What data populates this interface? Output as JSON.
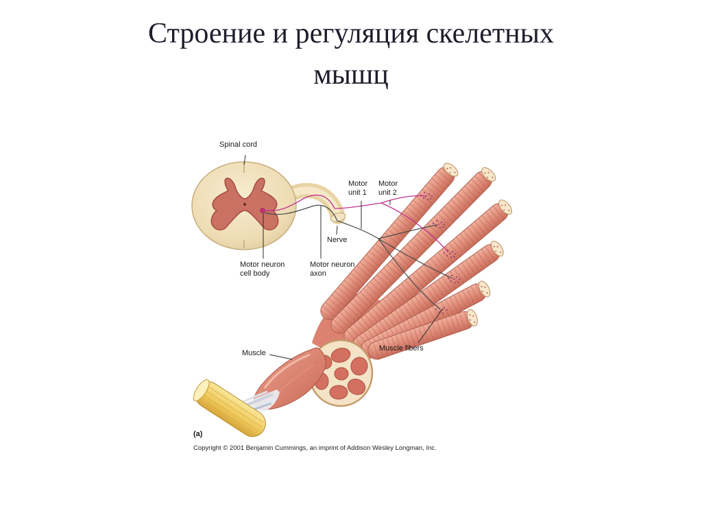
{
  "slide": {
    "title_lines": [
      "Строение и регуляция скелетных",
      "мышц"
    ]
  },
  "diagram": {
    "labels": {
      "spinal_cord": "Spinal cord",
      "motor_unit_1": "Motor unit 1",
      "motor_unit_2": "Motor unit 2",
      "nerve": "Nerve",
      "motor_neuron_cell_body": "Motor neuron cell body",
      "motor_neuron_axon": "Motor neuron axon",
      "muscle": "Muscle",
      "muscle_fibers": "Muscle fibers",
      "panel_letter": "(a)",
      "copyright": "Copyright © 2001 Benjamin Cummings, an imprint of Addison Wesley Longman, Inc."
    },
    "colors": {
      "title_text": "#1d1d2b",
      "label_text": "#1a1a1a",
      "muscle_pink": "#e08f7c",
      "spinal_cream": "#f0e2c0",
      "gray_matter": "#c97263",
      "tendon_yellow": "#eec757",
      "motor_unit_1_axon": "#4a4a4a",
      "motor_unit_2_axon": "#c0308c",
      "background": "#ffffff"
    }
  }
}
